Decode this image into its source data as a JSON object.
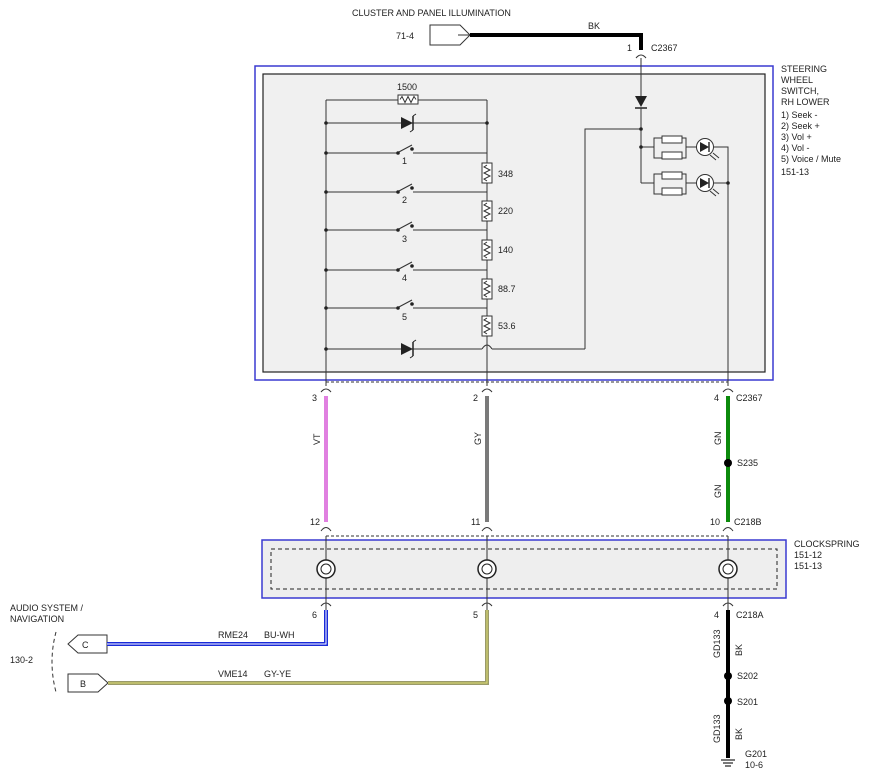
{
  "header": {
    "title": "CLUSTER AND PANEL ILLUMINATION",
    "ref_71_4": "71-4",
    "wire_bk": "BK",
    "pin_1": "1",
    "conn_c2367_top": "C2367"
  },
  "switch_module": {
    "title_lines": [
      "STEERING",
      "WHEEL",
      "SWITCH,",
      "RH LOWER"
    ],
    "functions": [
      "1) Seek -",
      "2) Seek +",
      "3) Vol +",
      "4) Vol -",
      "5) Voice / Mute",
      "151-13"
    ],
    "resistor_1500": "1500",
    "resistors": [
      "348",
      "220",
      "140",
      "88.7",
      "53.6"
    ],
    "switch_labels": [
      "1",
      "2",
      "3",
      "4",
      "5"
    ]
  },
  "upper_connector": {
    "pins": [
      "3",
      "2",
      "4"
    ],
    "name": "C2367"
  },
  "wires_upper": {
    "vt": "VT",
    "gy": "GY",
    "gn1": "GN",
    "gn2": "GN",
    "splice_s235": "S235"
  },
  "c218b": {
    "pins": [
      "12",
      "11",
      "10"
    ],
    "name": "C218B"
  },
  "clockspring": {
    "name": "CLOCKSPRING",
    "refs": [
      "151-12",
      "151-13"
    ]
  },
  "c218a": {
    "pins": [
      "6",
      "5",
      "4"
    ],
    "name": "C218A"
  },
  "audio": {
    "title_lines": [
      "AUDIO SYSTEM /",
      "NAVIGATION"
    ],
    "ref": "130-2",
    "conn_c": "C",
    "conn_b": "B",
    "wire_rme24": "RME24",
    "color_buwh": "BU-WH",
    "wire_vme14": "VME14",
    "color_gyye": "GY-YE"
  },
  "ground": {
    "gd133_1": "GD133",
    "bk_1": "BK",
    "s202": "S202",
    "s201": "S201",
    "gd133_2": "GD133",
    "bk_2": "BK",
    "g201": "G201",
    "ref": "10-6"
  },
  "colors": {
    "outline_blue": "#3a3ad0",
    "violet": "#e080e0",
    "gray": "#7a7a7a",
    "green": "#0c8a0c",
    "blue_wire": "#1a2ad8",
    "gy_ye": "#9a9a6a"
  }
}
